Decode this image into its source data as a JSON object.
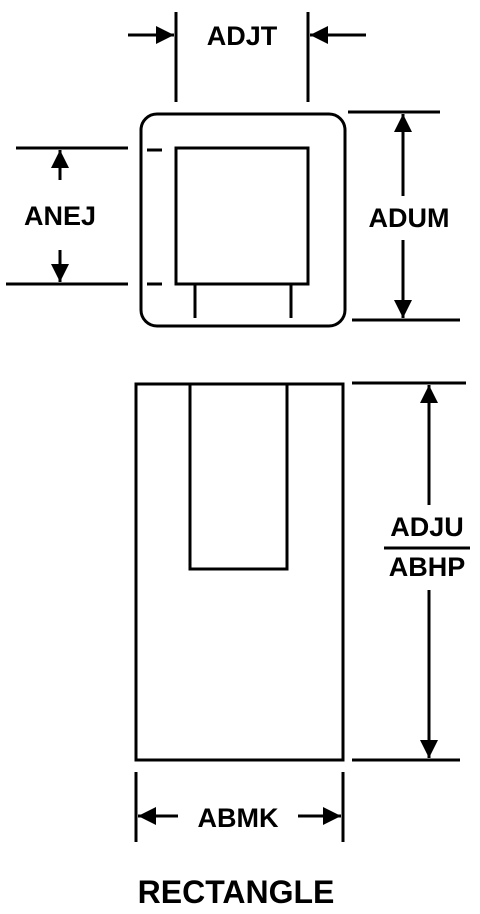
{
  "diagram": {
    "caption": "RECTANGLE",
    "dimensions": {
      "width_top": "ADJT",
      "inner_height": "ANEJ",
      "outer_height": "ADUM",
      "body_length_upper": "ADJU",
      "body_length_lower": "ABHP",
      "body_width": "ABMK"
    },
    "colors": {
      "line": "#000000",
      "background": "#ffffff"
    }
  }
}
